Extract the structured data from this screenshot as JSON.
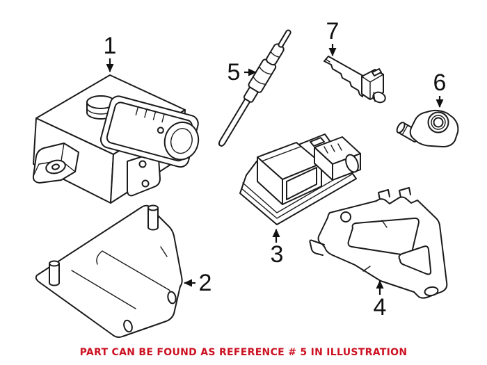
{
  "illustration": {
    "background_color": "#ffffff",
    "line_color": "#1a1a1a",
    "part_labels": {
      "p1": "1",
      "p2": "2",
      "p3": "3",
      "p4": "4",
      "p5": "5",
      "p6": "6",
      "p7": "7"
    },
    "caption": {
      "text": "PART CAN BE FOUND AS REFERENCE # 5 IN ILLUSTRATION",
      "color": "#cc1122",
      "referenced_part": "5"
    }
  }
}
